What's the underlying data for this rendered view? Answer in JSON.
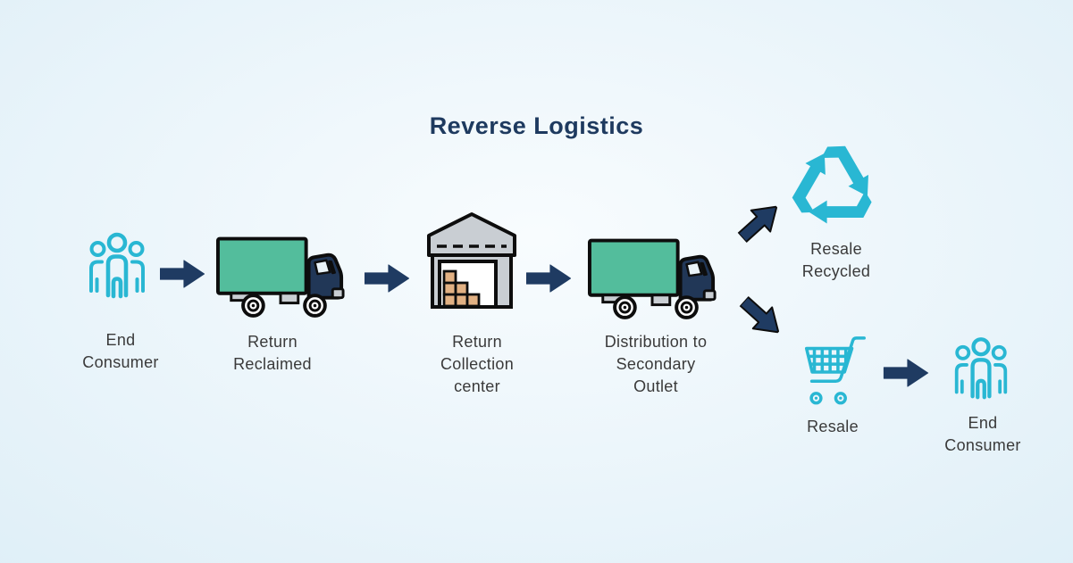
{
  "title": "Reverse Logistics",
  "colors": {
    "bg-edge": "#cfe7f3",
    "bg-center": "#f8fcfe",
    "navy": "#1f3b62",
    "title-navy": "#1e3a5f",
    "teal": "#29b7d3",
    "green": "#53bd9c",
    "cab-navy": "#213757",
    "gray": "#c9ced3",
    "box-tan": "#e2b183",
    "label": "#3a3a3a"
  },
  "nodes": [
    {
      "id": "end-consumer-source",
      "icon": "people-group-icon",
      "lines": [
        "End",
        "Consumer"
      ]
    },
    {
      "id": "return-reclaimed",
      "icon": "truck-icon",
      "lines": [
        "Return",
        "Reclaimed"
      ]
    },
    {
      "id": "return-collection-center",
      "icon": "warehouse-icon",
      "lines": [
        "Return",
        "Collection",
        "center"
      ]
    },
    {
      "id": "distribution-secondary-outlet",
      "icon": "truck-icon",
      "lines": [
        "Distribution to",
        "Secondary",
        "Outlet"
      ]
    },
    {
      "id": "resale-recycled",
      "icon": "recycle-icon",
      "lines": [
        "Resale",
        "Recycled"
      ]
    },
    {
      "id": "resale",
      "icon": "cart-icon",
      "lines": [
        "Resale"
      ]
    },
    {
      "id": "end-consumer-final",
      "icon": "people-group-icon",
      "lines": [
        "End",
        "Consumer"
      ]
    }
  ],
  "arrows": [
    {
      "id": "consumer-to-return",
      "direction": "right"
    },
    {
      "id": "return-to-collection",
      "direction": "right"
    },
    {
      "id": "collection-to-distribution",
      "direction": "right"
    },
    {
      "id": "distribution-to-recycled",
      "direction": "up-right"
    },
    {
      "id": "distribution-to-resale",
      "direction": "down-right"
    },
    {
      "id": "resale-to-consumer",
      "direction": "right"
    }
  ]
}
